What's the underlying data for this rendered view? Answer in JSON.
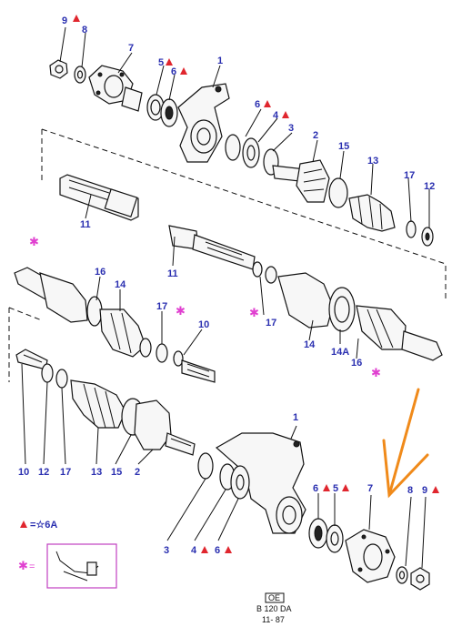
{
  "labels": {
    "top": {
      "l9": "9",
      "l8": "8",
      "l7": "7",
      "l5": "5",
      "l6": "6",
      "l1": "1",
      "l6b": "6",
      "l4": "4",
      "l3": "3",
      "l2": "2",
      "l15": "15",
      "l13": "13",
      "l17": "17",
      "l12": "12",
      "l11a": "11",
      "l11b": "11"
    },
    "middle": {
      "l16": "16",
      "l14": "14",
      "l17": "17",
      "l10": "10",
      "l14b": "14",
      "l14A": "14A",
      "l16b": "16",
      "l17b": "17"
    },
    "bottom": {
      "l10": "10",
      "l12": "12",
      "l17": "17",
      "l13": "13",
      "l15": "15",
      "l2": "2",
      "l1": "1",
      "l3": "3",
      "l4": "4",
      "l6": "6",
      "l5": "5",
      "l7": "7",
      "l8": "8",
      "l9": "9"
    }
  },
  "legend": {
    "triangle_text": "=☆6A",
    "star_text": "="
  },
  "footer": {
    "code_box": "OE",
    "code": "B 120 DA",
    "date": "11- 87"
  }
}
